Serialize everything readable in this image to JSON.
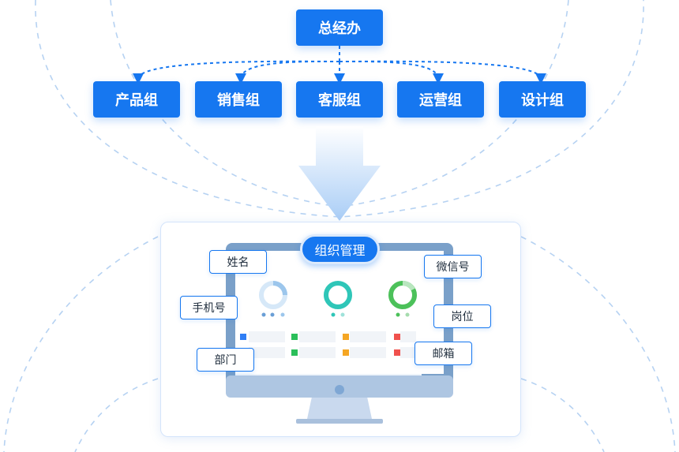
{
  "top": {
    "label": "总经办"
  },
  "children": [
    {
      "label": "产品组"
    },
    {
      "label": "销售组"
    },
    {
      "label": "客服组"
    },
    {
      "label": "运营组"
    },
    {
      "label": "设计组"
    }
  ],
  "panel": {
    "title": "组织管理",
    "left_tags": [
      {
        "label": "姓名"
      },
      {
        "label": "手机号"
      },
      {
        "label": "部门"
      }
    ],
    "right_tags": [
      {
        "label": "微信号"
      },
      {
        "label": "岗位"
      },
      {
        "label": "邮箱"
      }
    ]
  },
  "colors": {
    "primary": "#1677f0",
    "ring_light": "#cfe3f7",
    "ring_teal": "#2fc6b8",
    "ring_green": "#4cc15a",
    "row_blue": "#2f7ef5",
    "row_green": "#2bbf5a",
    "row_orange": "#f5a623",
    "row_red": "#f0514d"
  },
  "icons": {
    "down_arrow": "down-arrow-icon",
    "monitor": "monitor-icon"
  }
}
